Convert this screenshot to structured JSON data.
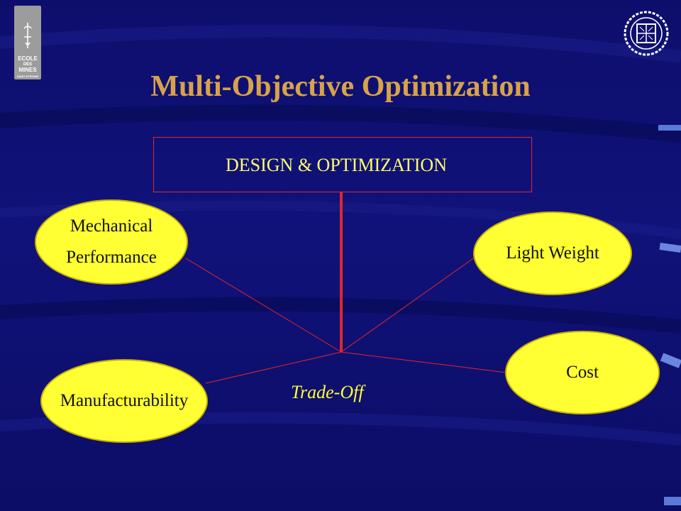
{
  "title": "Multi-Objective Optimization",
  "design_box": {
    "label": "DESIGN & OPTIMIZATION"
  },
  "objectives": {
    "mechanical": {
      "line1": "Mechanical",
      "line2": "Performance"
    },
    "light_weight": "Light Weight",
    "cost": "Cost",
    "manufacturability": "Manufacturability"
  },
  "tradeoff_label": "Trade-Off",
  "logo": {
    "line1": "ECOLE",
    "line2": "DES",
    "line3": "MINES",
    "line4": "SAINT-ETIENNE"
  },
  "colors": {
    "background": "#0d0e6c",
    "title": "#d9a24a",
    "box_border": "#e3262a",
    "box_text": "#ffff66",
    "node_fill": "#ffff33",
    "connector": "#e3262a"
  }
}
